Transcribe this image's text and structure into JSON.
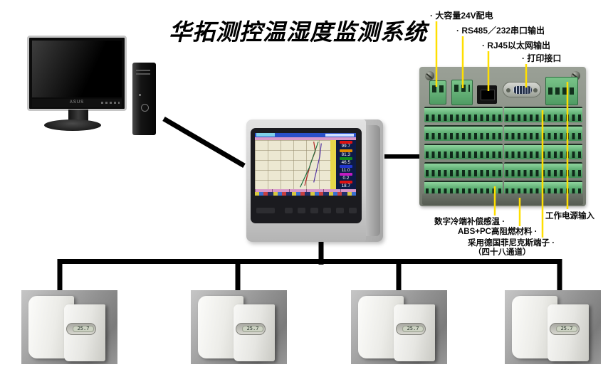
{
  "title": "华拓测控温湿度监测系统",
  "colors": {
    "leader_line_yellow": "#ffdf00",
    "connection_line_black": "#000000",
    "terminal_green": "#5cae72",
    "panel_gray_green": "#878e83",
    "lcd_titlebar_blue": "#2a50c8",
    "lcd_chart_beige": "#ece8d2",
    "lcd_pink": "#d898c8"
  },
  "computer": {
    "monitor_brand": "ASUS"
  },
  "recorder": {
    "channels": [
      {
        "value": "99.7",
        "color": "#dd1111"
      },
      {
        "value": "81.3",
        "color": "#e08a00"
      },
      {
        "value": "46.5",
        "color": "#11891e"
      },
      {
        "value": "11.0",
        "color": "#2136cc"
      },
      {
        "value": "0.2",
        "color": "#c11bc1"
      },
      {
        "value": "18.7",
        "color": "#dd1111"
      }
    ]
  },
  "panel": {
    "annotations_top": [
      {
        "label": "· 大容量24V配电"
      },
      {
        "label": "· RS485／232串口输出"
      },
      {
        "label": "· RJ45以太网输出"
      },
      {
        "label": "· 打印接口"
      }
    ],
    "annotations_bottom": [
      {
        "label": "数字冷端补偿感温 ·"
      },
      {
        "label": "ABS+PC高阻燃材料 ·"
      },
      {
        "label": "采用德国菲尼克斯端子 ·"
      },
      {
        "label": "（四十八通道）"
      },
      {
        "label": "工作电源输入"
      }
    ]
  },
  "sensors": [
    {
      "lcd": "25.7"
    },
    {
      "lcd": "25.7"
    },
    {
      "lcd": "25.7"
    },
    {
      "lcd": "25.7"
    }
  ]
}
